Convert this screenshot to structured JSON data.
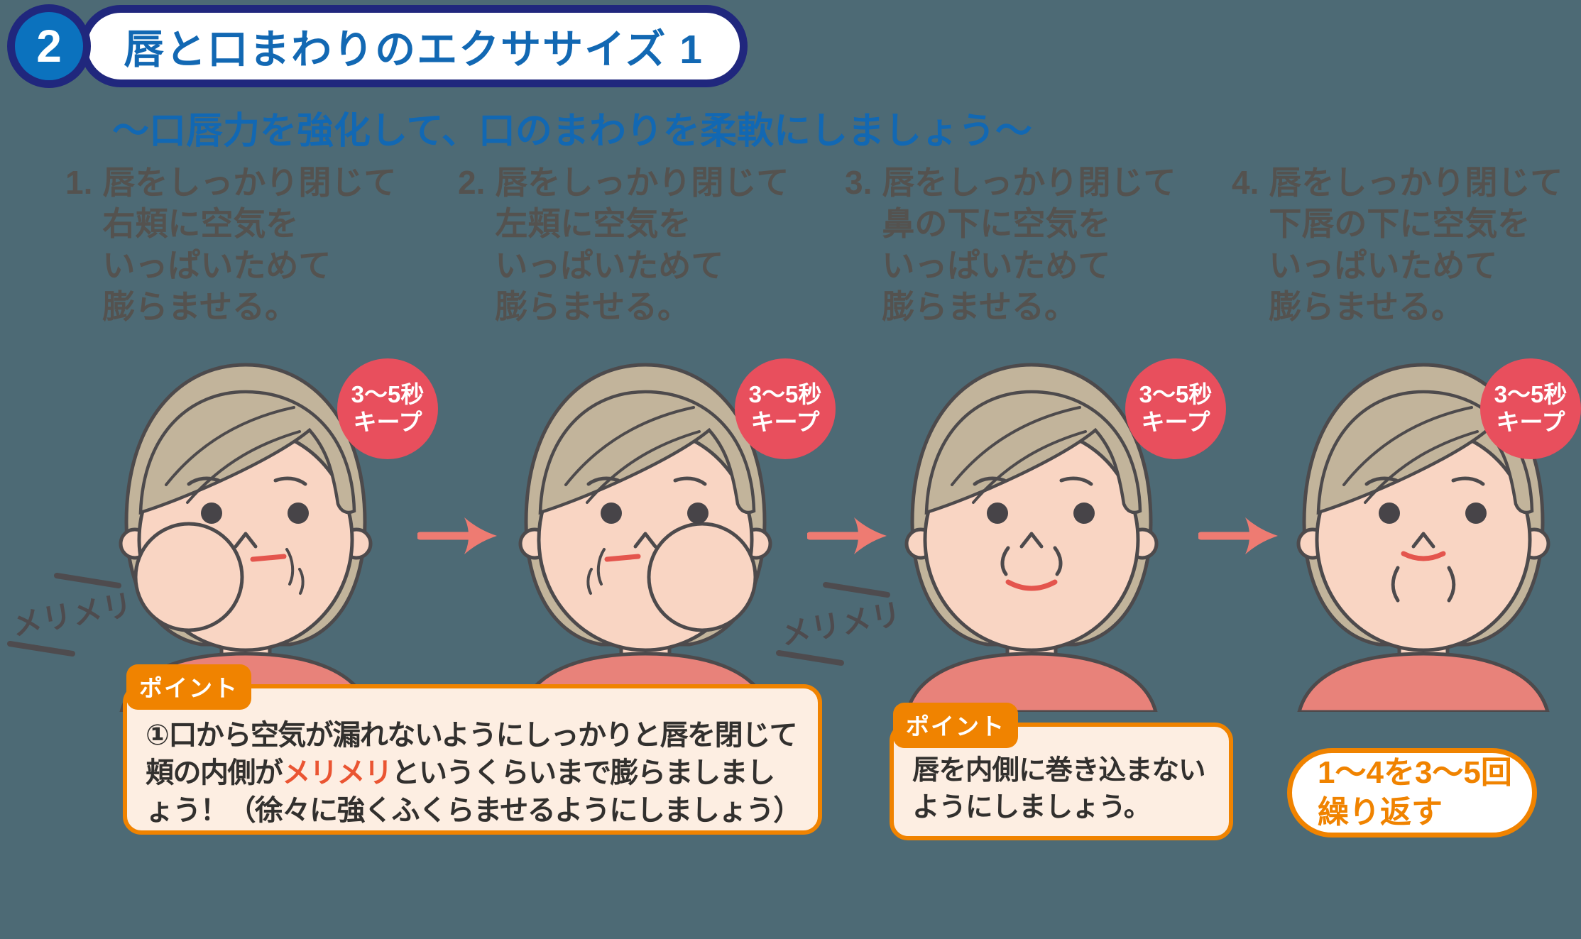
{
  "header": {
    "number": "2",
    "title": "唇と口まわりのエクササイズ 1",
    "subtitle": "～口唇力を強化して、口のまわりを柔軟にしましょう～"
  },
  "steps": [
    {
      "num": "1.",
      "text": "唇をしっかり閉じて\n右頬に空気を\nいっぱいためて\n膨らませる。"
    },
    {
      "num": "2.",
      "text": "唇をしっかり閉じて\n左頬に空気を\nいっぱいためて\n膨らませる。"
    },
    {
      "num": "3.",
      "text": "唇をしっかり閉じて\n鼻の下に空気を\nいっぱいためて\n膨らませる。"
    },
    {
      "num": "4.",
      "text": "唇をしっかり閉じて\n下唇の下に空気を\nいっぱいためて\n膨らませる。"
    }
  ],
  "badge": {
    "text": "3～5秒\nキープ"
  },
  "sound": {
    "text": "メリメリ"
  },
  "points": [
    {
      "label": "ポイント",
      "before": "①口から空気が漏れないようにしっかりと唇を閉じて頬の内側が",
      "highlight": "メリメリ",
      "after": "というくらいまで膨らましましょう！（徐々に強くふくらませるようにしましょう）"
    },
    {
      "label": "ポイント",
      "text": "唇を内側に巻き込まないようにしましょう。"
    }
  ],
  "repeat": {
    "text": "1～4を3～5回\n繰り返す"
  },
  "colors": {
    "background": "#4D6A75",
    "navy": "#20277D",
    "blue_circle": "#0B72BE",
    "title_blue": "#1268B3",
    "orange": "#F08300",
    "badge_red": "#E84F5D",
    "arrow_pink": "#EE7B72",
    "highlight_red": "#EA5532",
    "skin": "#F9D5C3",
    "hair": "#C2B49B",
    "shirt": "#E8827A",
    "outline": "#4D4A4C",
    "point_box_bg": "#FDEEE2"
  }
}
